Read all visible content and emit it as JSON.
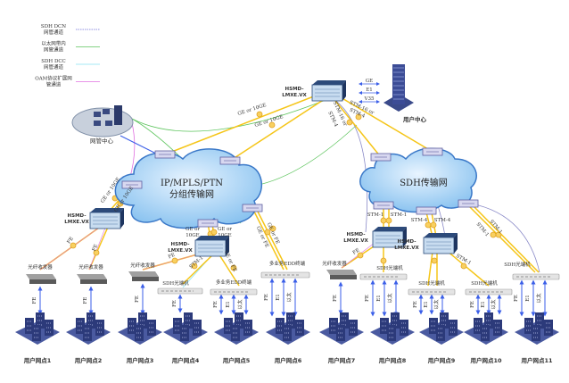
{
  "legend": [
    {
      "label1": "SDH DCN",
      "label2": "网管通道",
      "color": "#6b6bd6",
      "dashed": true
    },
    {
      "label1": "以太网带内",
      "label2": "网管通道",
      "color": "#5cc45c",
      "dashed": false
    },
    {
      "label1": "SDH DCC",
      "label2": "网管通道",
      "color": "#86e2f2",
      "dashed": false
    },
    {
      "label1": "OAM协议扩展网",
      "label2": "管通道",
      "color": "#e070e0",
      "dashed": false
    }
  ],
  "nms": {
    "label": "网管中心"
  },
  "ip_cloud": {
    "line1": "IP/MPLS/PTN",
    "line2": "分组传输网"
  },
  "sdh_cloud": {
    "label": "SDH传输网"
  },
  "user_center": {
    "label": "用户中心",
    "services": [
      "GE",
      "E1",
      "V35"
    ]
  },
  "device_label": {
    "line1": "HSMD-",
    "line2": "LMXE.VX"
  },
  "link_labels": {
    "ge10ge": "GE or 10GE",
    "ge": "GE or",
    "tenge": "10GE",
    "stm16": "STM-16 or",
    "stm4": "STM-4",
    "stm1": "STM-1",
    "fe": "FE",
    "gefe": "GE or FE"
  },
  "edge": {
    "fiber": "光纤收发器",
    "sdh": "SDH光端机",
    "multi": "多业务EDD终端"
  },
  "ports": [
    "FE",
    "E1",
    "以太"
  ],
  "sites": [
    "用户网点1",
    "用户网点2",
    "用户网点3",
    "用户网点4",
    "用户网点5",
    "用户网点6",
    "用户网点7",
    "用户网点8",
    "用户网点9",
    "用户网点10",
    "用户网点11"
  ],
  "colors": {
    "link": "#f5c518",
    "arrow": "#3a5ee8",
    "building": "#2c3a7a",
    "cloud": "#a9d4f5"
  }
}
